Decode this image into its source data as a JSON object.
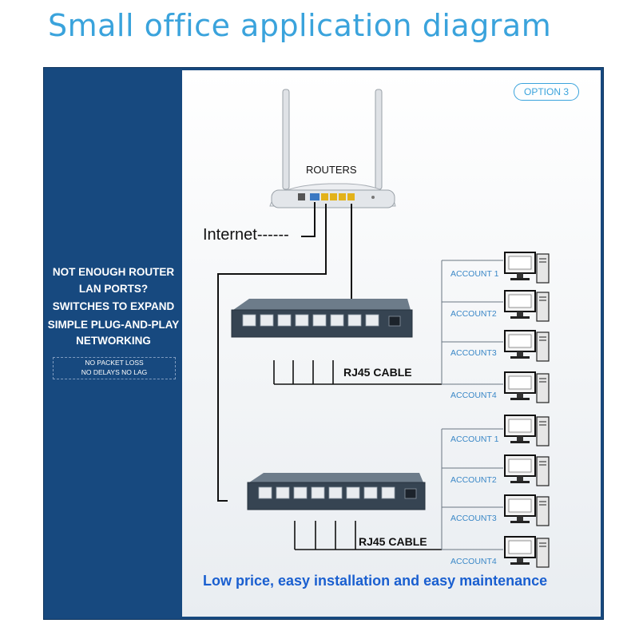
{
  "title": "Small office application diagram",
  "option_badge": "OPTION 3",
  "left_panel": {
    "lines": [
      "NOT ENOUGH ROUTER",
      "LAN PORTS?",
      "SWITCHES TO EXPAND",
      "SIMPLE PLUG-AND-PLAY",
      "NETWORKING"
    ],
    "notes": [
      "NO PACKET LOSS",
      "NO DELAYS NO LAG"
    ]
  },
  "router_label": "ROUTERS",
  "internet_label": "Internet------",
  "cable_labels": [
    "RJ45 CABLE",
    "RJ45 CABLE"
  ],
  "accounts_top": [
    "ACCOUNT 1",
    "ACCOUNT2",
    "ACCOUNT3",
    "ACCOUNT4"
  ],
  "accounts_bottom": [
    "ACCOUNT 1",
    "ACCOUNT2",
    "ACCOUNT3",
    "ACCOUNT4"
  ],
  "footer": "Low price, easy installation and easy maintenance",
  "colors": {
    "frame": "#17497f",
    "accent": "#3aa3dc",
    "account_text": "#3b88c7",
    "footer_text": "#1a5fd0"
  }
}
